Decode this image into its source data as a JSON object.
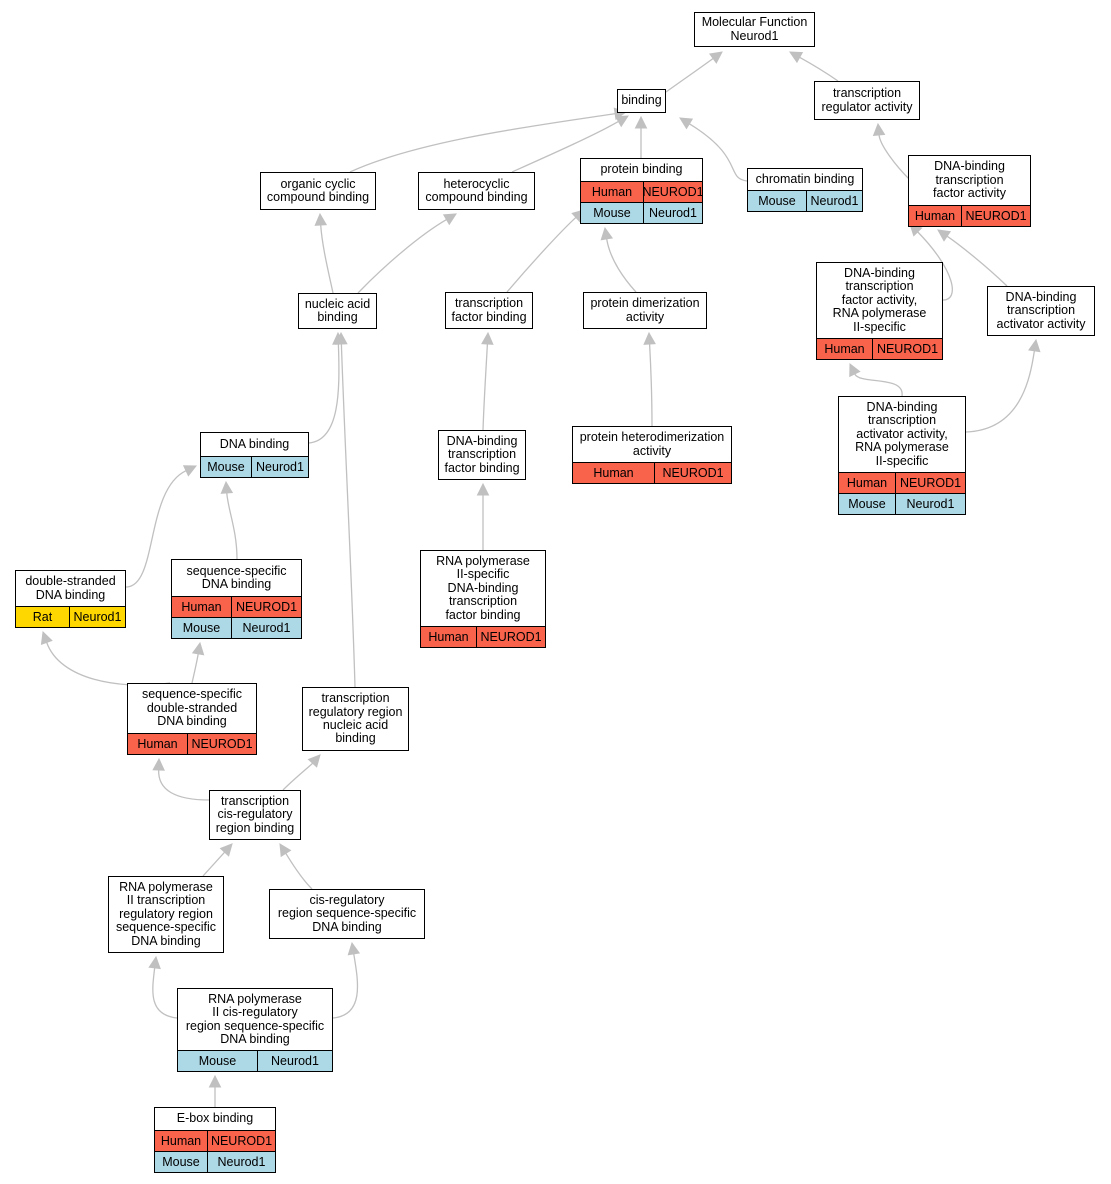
{
  "colors": {
    "Human": "#f9634c",
    "Mouse": "#add8e6",
    "Rat": "#ffd700",
    "edge": "#c0c0c0"
  },
  "nodes": [
    {
      "id": "mf",
      "label": "Molecular Function\nNeurod1",
      "rows": []
    },
    {
      "id": "binding",
      "label": "binding",
      "rows": []
    },
    {
      "id": "tra",
      "label": "transcription\nregulator activity",
      "rows": []
    },
    {
      "id": "ocb",
      "label": "organic cyclic\ncompound binding",
      "rows": []
    },
    {
      "id": "hcb",
      "label": "heterocyclic\ncompound binding",
      "rows": []
    },
    {
      "id": "pb",
      "label": "protein binding",
      "rows": [
        {
          "species": "Human",
          "gene": "NEUROD1"
        },
        {
          "species": "Mouse",
          "gene": "Neurod1"
        }
      ]
    },
    {
      "id": "chb",
      "label": "chromatin binding",
      "rows": [
        {
          "species": "Mouse",
          "gene": "Neurod1"
        }
      ]
    },
    {
      "id": "dbtfa",
      "label": "DNA-binding\ntranscription\nfactor activity",
      "rows": [
        {
          "species": "Human",
          "gene": "NEUROD1"
        }
      ]
    },
    {
      "id": "nab",
      "label": "nucleic acid\nbinding",
      "rows": []
    },
    {
      "id": "tfb",
      "label": "transcription\nfactor binding",
      "rows": []
    },
    {
      "id": "pda",
      "label": "protein dimerization\nactivity",
      "rows": []
    },
    {
      "id": "dbtfa2",
      "label": "DNA-binding\ntranscription\nfactor activity,\nRNA polymerase\nII-specific",
      "rows": [
        {
          "species": "Human",
          "gene": "NEUROD1"
        }
      ]
    },
    {
      "id": "dbtaa",
      "label": "DNA-binding\ntranscription\nactivator activity",
      "rows": []
    },
    {
      "id": "dbtaa2",
      "label": "DNA-binding\ntranscription\nactivator activity,\nRNA polymerase\nII-specific",
      "rows": [
        {
          "species": "Human",
          "gene": "NEUROD1"
        },
        {
          "species": "Mouse",
          "gene": "Neurod1"
        }
      ]
    },
    {
      "id": "db",
      "label": "DNA binding",
      "rows": [
        {
          "species": "Mouse",
          "gene": "Neurod1"
        }
      ]
    },
    {
      "id": "dbtfb",
      "label": "DNA-binding\ntranscription\nfactor binding",
      "rows": []
    },
    {
      "id": "phda",
      "label": "protein heterodimerization\nactivity",
      "rows": [
        {
          "species": "Human",
          "gene": "NEUROD1"
        }
      ]
    },
    {
      "id": "dsdb",
      "label": "double-stranded\nDNA binding",
      "rows": [
        {
          "species": "Rat",
          "gene": "Neurod1"
        }
      ]
    },
    {
      "id": "ssdb",
      "label": "sequence-specific\nDNA binding",
      "rows": [
        {
          "species": "Human",
          "gene": "NEUROD1"
        },
        {
          "species": "Mouse",
          "gene": "Neurod1"
        }
      ]
    },
    {
      "id": "rnadbtfb",
      "label": "RNA polymerase\nII-specific\nDNA-binding\ntranscription\nfactor binding",
      "rows": [
        {
          "species": "Human",
          "gene": "NEUROD1"
        }
      ]
    },
    {
      "id": "ssdsdb",
      "label": "sequence-specific\ndouble-stranded\nDNA binding",
      "rows": [
        {
          "species": "Human",
          "gene": "NEUROD1"
        }
      ]
    },
    {
      "id": "trrnab",
      "label": "transcription\nregulatory region\nnucleic acid\nbinding",
      "rows": []
    },
    {
      "id": "tcrrb",
      "label": "transcription\ncis-regulatory\nregion binding",
      "rows": []
    },
    {
      "id": "rnaiitrr",
      "label": "RNA polymerase\nII transcription\nregulatory region\nsequence-specific\nDNA binding",
      "rows": []
    },
    {
      "id": "crrssdb",
      "label": "cis-regulatory\nregion sequence-specific\nDNA binding",
      "rows": []
    },
    {
      "id": "rnaiicrr",
      "label": "RNA polymerase\nII cis-regulatory\nregion sequence-specific\nDNA binding",
      "rows": [
        {
          "species": "Mouse",
          "gene": "Neurod1"
        }
      ]
    },
    {
      "id": "ebox",
      "label": "E-box binding",
      "rows": [
        {
          "species": "Human",
          "gene": "NEUROD1"
        },
        {
          "species": "Mouse",
          "gene": "Neurod1"
        }
      ]
    }
  ],
  "edges": [
    {
      "from": "binding",
      "to": "mf"
    },
    {
      "from": "tra",
      "to": "mf"
    },
    {
      "from": "ocb",
      "to": "binding"
    },
    {
      "from": "hcb",
      "to": "binding"
    },
    {
      "from": "pb",
      "to": "binding"
    },
    {
      "from": "chb",
      "to": "binding"
    },
    {
      "from": "dbtfa",
      "to": "tra"
    },
    {
      "from": "nab",
      "to": "ocb"
    },
    {
      "from": "nab",
      "to": "hcb"
    },
    {
      "from": "tfb",
      "to": "pb"
    },
    {
      "from": "pda",
      "to": "pb"
    },
    {
      "from": "dbtfa2",
      "to": "dbtfa"
    },
    {
      "from": "dbtaa",
      "to": "dbtfa"
    },
    {
      "from": "dbtaa2",
      "to": "dbtfa2"
    },
    {
      "from": "dbtaa2",
      "to": "dbtaa"
    },
    {
      "from": "db",
      "to": "nab"
    },
    {
      "from": "dbtfb",
      "to": "tfb"
    },
    {
      "from": "phda",
      "to": "pda"
    },
    {
      "from": "dsdb",
      "to": "db"
    },
    {
      "from": "ssdb",
      "to": "db"
    },
    {
      "from": "rnadbtfb",
      "to": "dbtfb"
    },
    {
      "from": "ssdsdb",
      "to": "dsdb"
    },
    {
      "from": "ssdsdb",
      "to": "ssdb"
    },
    {
      "from": "trrnab",
      "to": "nab"
    },
    {
      "from": "tcrrb",
      "to": "ssdsdb"
    },
    {
      "from": "tcrrb",
      "to": "trrnab"
    },
    {
      "from": "rnaiitrr",
      "to": "tcrrb"
    },
    {
      "from": "crrssdb",
      "to": "tcrrb"
    },
    {
      "from": "rnaiicrr",
      "to": "rnaiitrr"
    },
    {
      "from": "rnaiicrr",
      "to": "crrssdb"
    },
    {
      "from": "ebox",
      "to": "rnaiicrr"
    }
  ]
}
